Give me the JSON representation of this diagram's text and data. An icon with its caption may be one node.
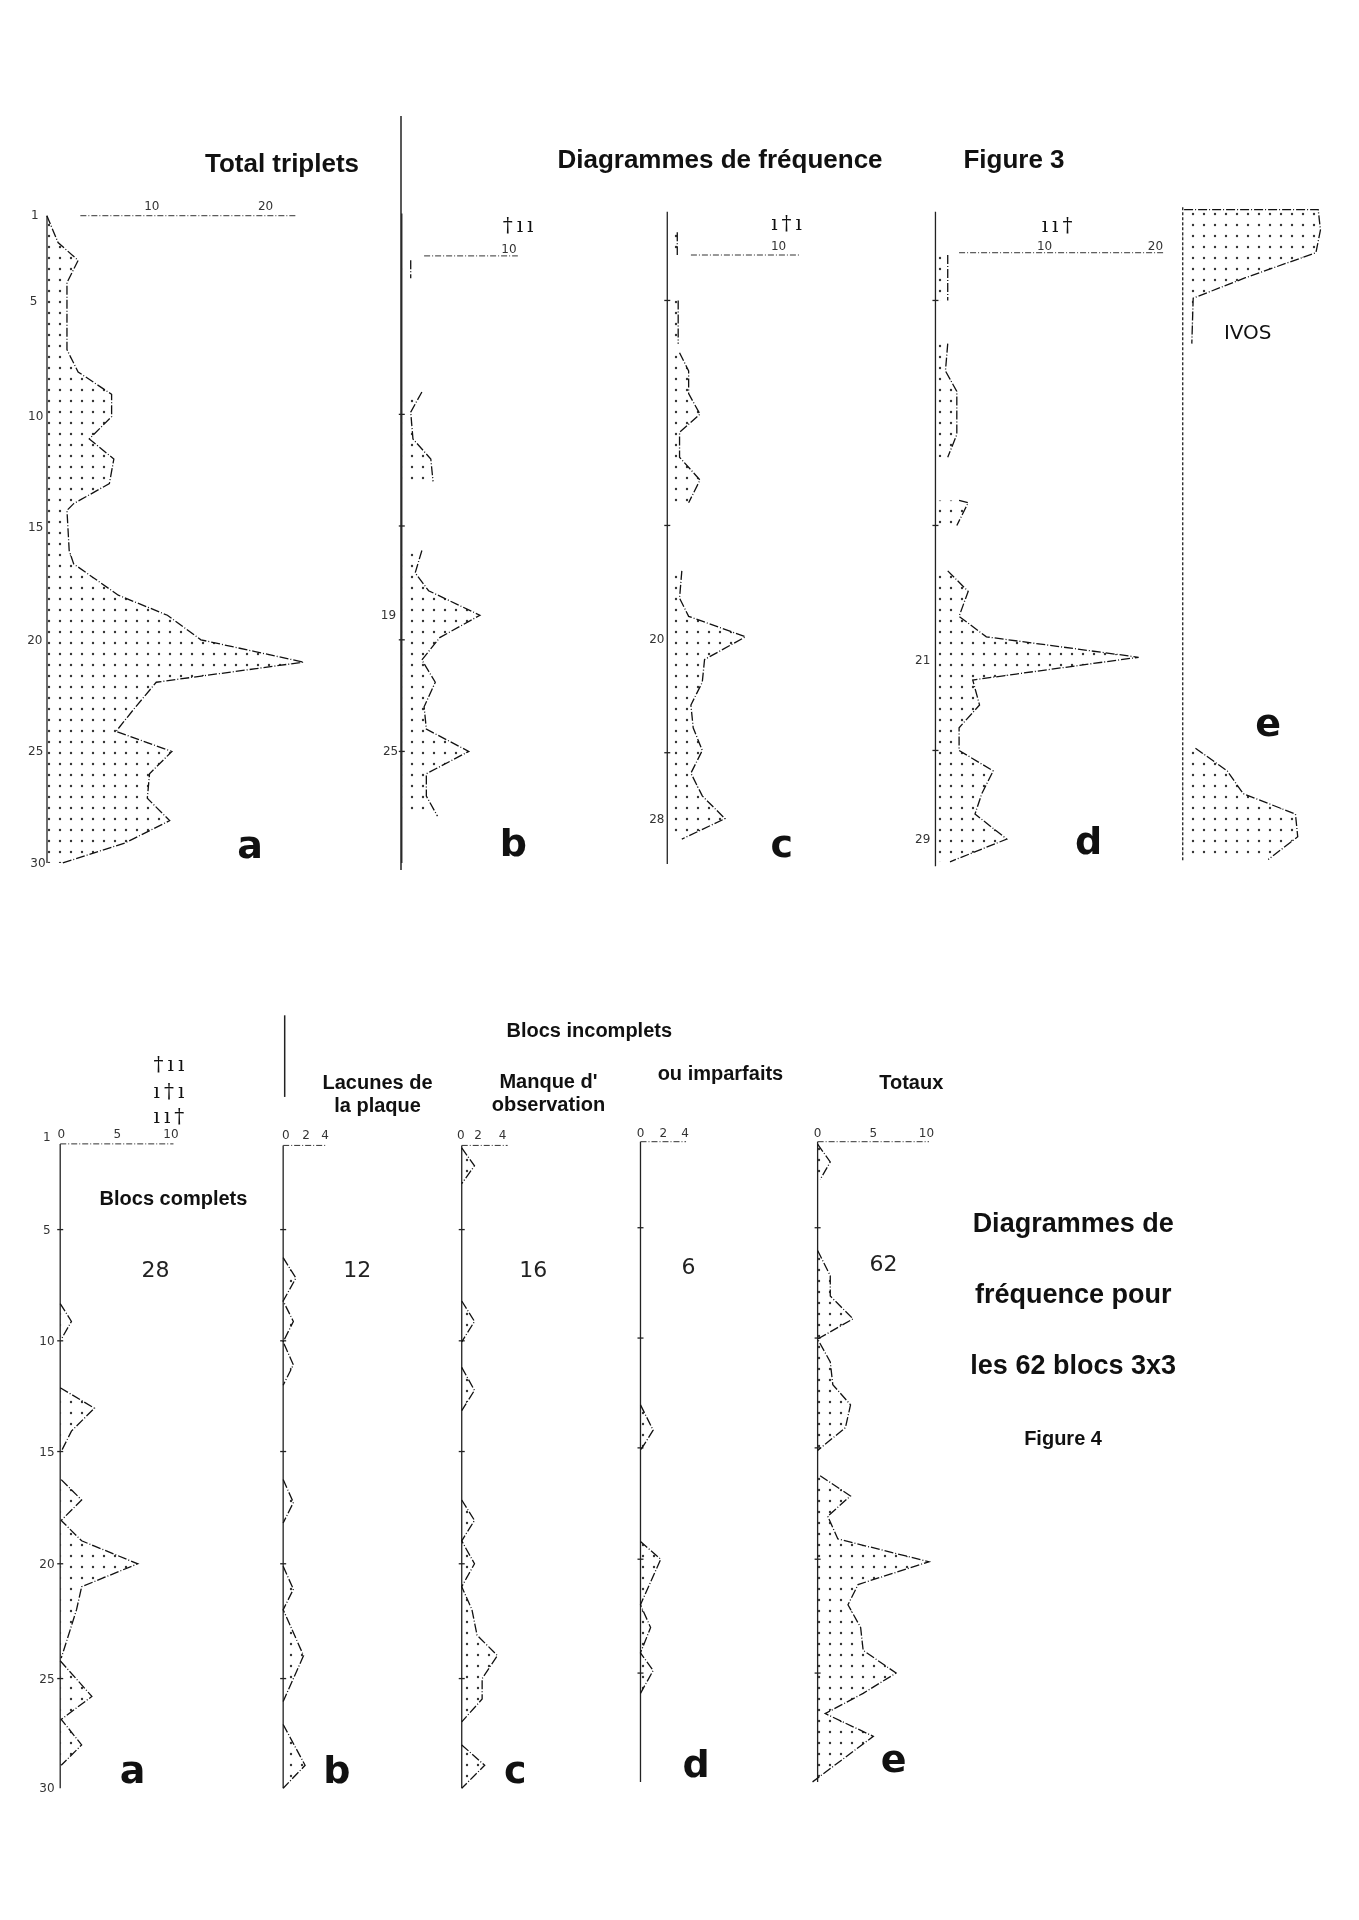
{
  "diagram": {
    "labels": [
      "Total triplets",
      "Diagrammes de fréquence",
      "Figure 3",
      "1",
      "10",
      "20",
      "†ıı",
      "10",
      "ı†ı",
      "10",
      "ıı†",
      "10",
      "20",
      "5",
      "IVOS",
      "10",
      "15",
      "19",
      "20",
      "20",
      "21",
      "e",
      "25",
      "25",
      "28",
      "29",
      "30",
      "a",
      "b",
      "c",
      "d",
      "Blocs incomplets",
      "†ıı",
      "Lacunes de la plaque",
      "Manque d' observation",
      "ou imparfaits",
      "ı†ı",
      "Totaux",
      "ıı†",
      "1",
      "0",
      "5",
      "10",
      "0",
      "2",
      "4",
      "0",
      "2",
      "4",
      "0",
      "2",
      "4",
      "0",
      "5",
      "10",
      "Blocs complets",
      "Diagrammes de fréquence pour les 62 blocs 3x3",
      "5",
      "28",
      "12",
      "16",
      "6",
      "62",
      "10",
      "Figure 4",
      "15",
      "20",
      "25",
      "30",
      "a",
      "b",
      "c",
      "d",
      "e"
    ]
  }
}
